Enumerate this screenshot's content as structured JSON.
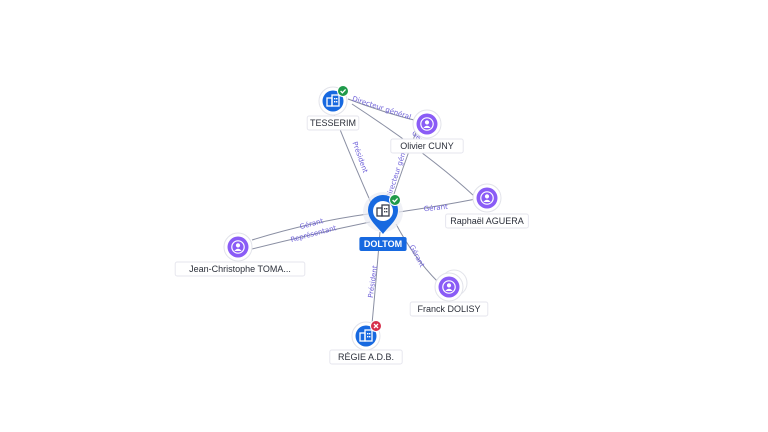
{
  "colors": {
    "company": "#1769e0",
    "person": "#8a5cf6",
    "edge": "#8a8fa3",
    "edge_label": "#6d5fd8",
    "status_active": "#1f9a4a",
    "status_closed": "#d62f4b"
  },
  "nodes": [
    {
      "id": "doltom",
      "label": "DOLTOM",
      "kind": "company",
      "status": "active",
      "icon": "building-icon",
      "center": true
    },
    {
      "id": "tesserim",
      "label": "TESSERIM",
      "kind": "company",
      "status": "active",
      "icon": "building-icon"
    },
    {
      "id": "olivier",
      "label": "Olivier CUNY",
      "kind": "person",
      "icon": "person-icon"
    },
    {
      "id": "raphael",
      "label": "Raphaël AGUERA",
      "kind": "person",
      "icon": "person-icon"
    },
    {
      "id": "jean",
      "label": "Jean-Christophe TOMA...",
      "kind": "person",
      "icon": "person-icon"
    },
    {
      "id": "franck",
      "label": "Franck DOLISY",
      "kind": "person",
      "icon": "person-icon",
      "stacked": true
    },
    {
      "id": "regie",
      "label": "RÉGIE A.D.B.",
      "kind": "company",
      "status": "closed",
      "icon": "building-icon"
    }
  ],
  "edges": [
    {
      "from": "tesserim",
      "to": "doltom",
      "label": "Président"
    },
    {
      "from": "olivier",
      "to": "tesserim",
      "label": "Directeur général"
    },
    {
      "from": "olivier",
      "to": "doltom",
      "label": "Directeur général"
    },
    {
      "from": "raphael",
      "to": "tesserim",
      "label": "Gérant"
    },
    {
      "from": "raphael",
      "to": "doltom",
      "label": "Gérant"
    },
    {
      "from": "jean",
      "to": "doltom",
      "label": "Gérant"
    },
    {
      "from": "jean",
      "to": "doltom",
      "label": "Représentant"
    },
    {
      "from": "franck",
      "to": "doltom",
      "label": "Gérant"
    },
    {
      "from": "doltom",
      "to": "regie",
      "label": "Président"
    }
  ]
}
